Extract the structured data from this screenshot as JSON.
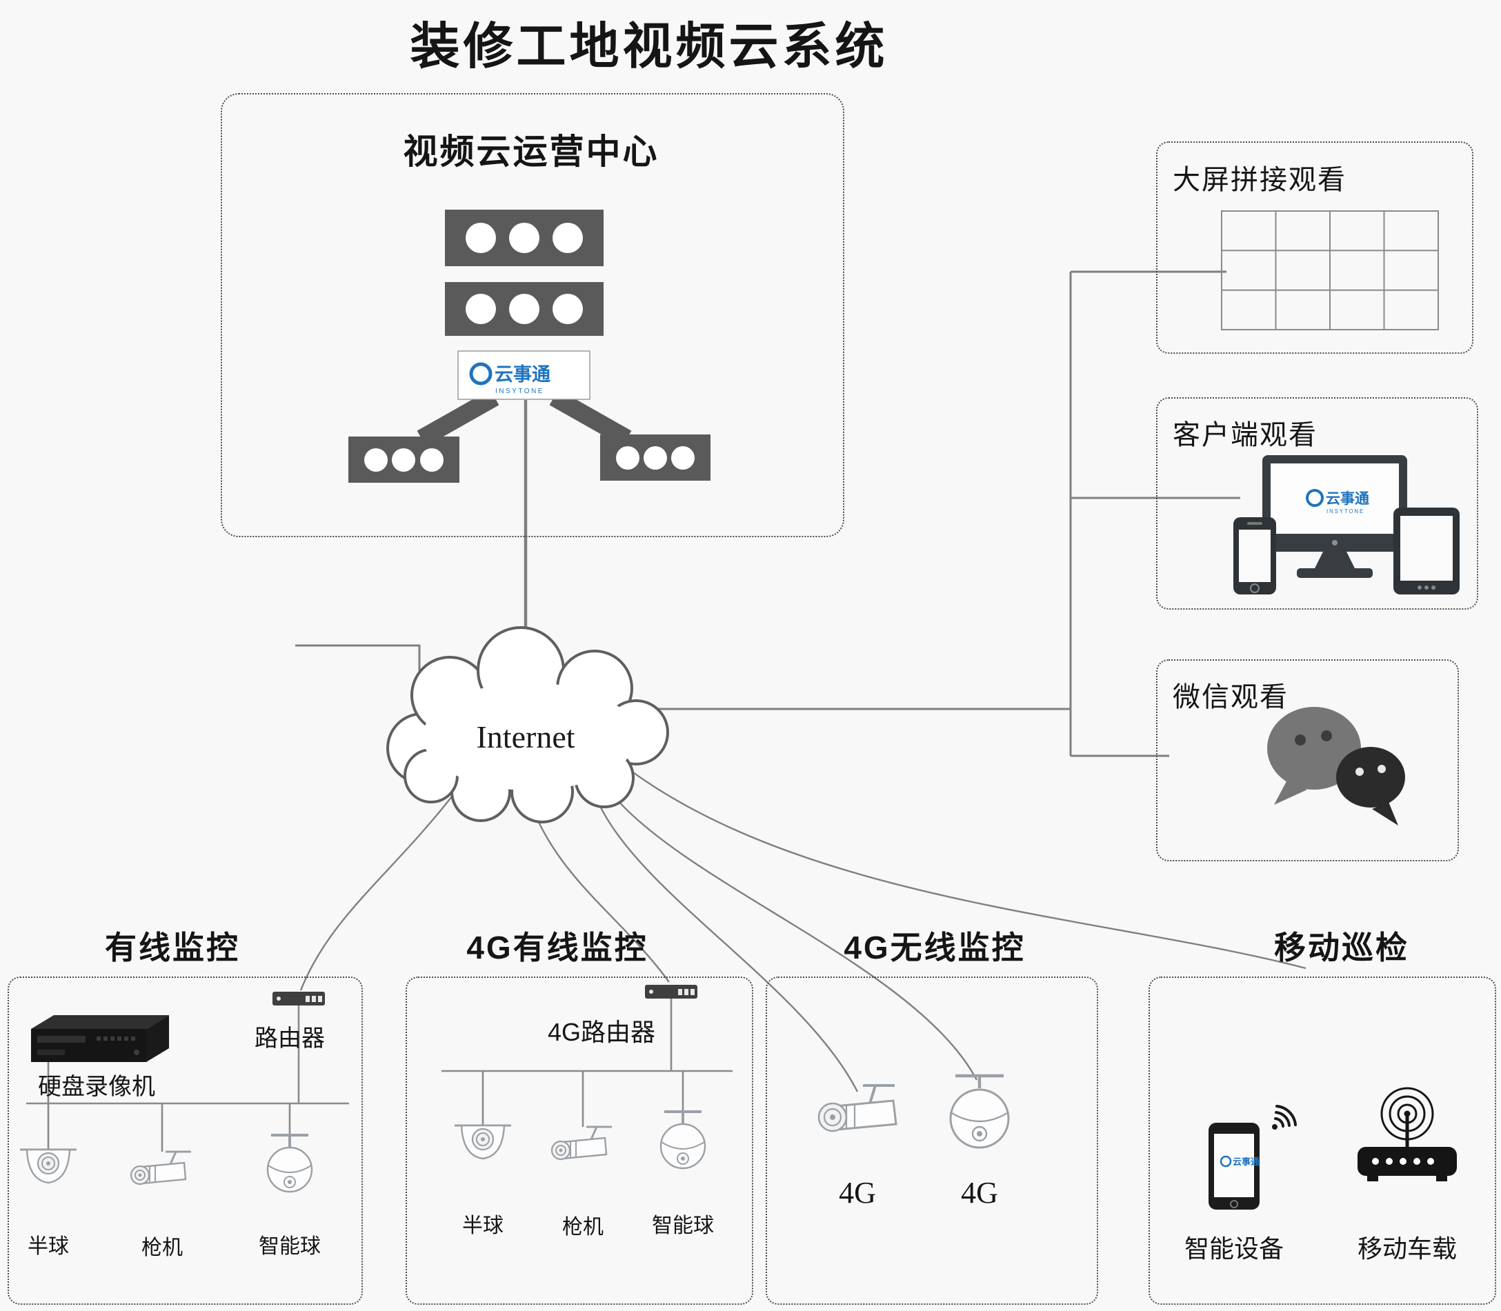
{
  "title": "装修工地视频云系统",
  "brand": {
    "name": "云事通",
    "sub": "INSYTONE",
    "color": "#1e73be"
  },
  "operation_center": {
    "label": "视频云运营中心"
  },
  "internet": {
    "label": "Internet"
  },
  "viewers": {
    "big_screen": {
      "label": "大屏拼接观看",
      "grid": {
        "cols": 4,
        "rows": 3
      }
    },
    "client": {
      "label": "客户端观看"
    },
    "wechat": {
      "label": "微信观看"
    }
  },
  "sections": {
    "wired": {
      "label": "有线监控",
      "dvr_label": "硬盘录像机",
      "router_label": "路由器",
      "cameras": [
        "半球",
        "枪机",
        "智能球"
      ]
    },
    "g4_wired": {
      "label": "4G有线监控",
      "router_label": "4G路由器",
      "cameras": [
        "半球",
        "枪机",
        "智能球"
      ]
    },
    "g4_wireless": {
      "label": "4G无线监控",
      "cameras": [
        "4G",
        "4G"
      ]
    },
    "mobile": {
      "label": "移动巡检",
      "device_label": "智能设备",
      "vehicle_label": "移动车载"
    }
  },
  "colors": {
    "background": "#f8f8f8",
    "line": "#7f7f7f",
    "server_gray": "#5a5a5a",
    "device_dark": "#383d42",
    "brand_blue": "#1e73be"
  },
  "icons": {
    "operation_center": "server-rack-icon",
    "internet": "cloud-icon",
    "big_screen": "video-wall-grid-icon",
    "client": "monitor-phone-tablet-icons",
    "wechat": "wechat-icon",
    "wired": "dvr-icon, router-icon, dome-camera-icon, bullet-camera-icon, ptz-camera-icon",
    "mobile": "smartphone-icon, wifi-icon, vehicle-router-icon"
  }
}
